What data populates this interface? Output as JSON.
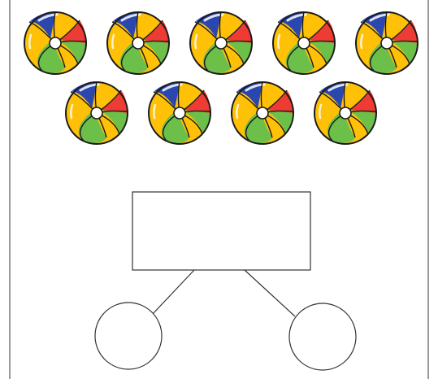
{
  "worksheet": {
    "balls": {
      "icon": "beach-ball-icon",
      "count": 9,
      "rows": [
        5,
        4
      ],
      "colors": {
        "yellow": "#FFC107",
        "green": "#6CC04A",
        "red": "#EE3B34",
        "blue": "#2A47B0",
        "outline": "#1a1a1a",
        "center": "#ffffff"
      }
    },
    "number_bond": {
      "whole_box": "",
      "left_part": "",
      "right_part": ""
    }
  }
}
